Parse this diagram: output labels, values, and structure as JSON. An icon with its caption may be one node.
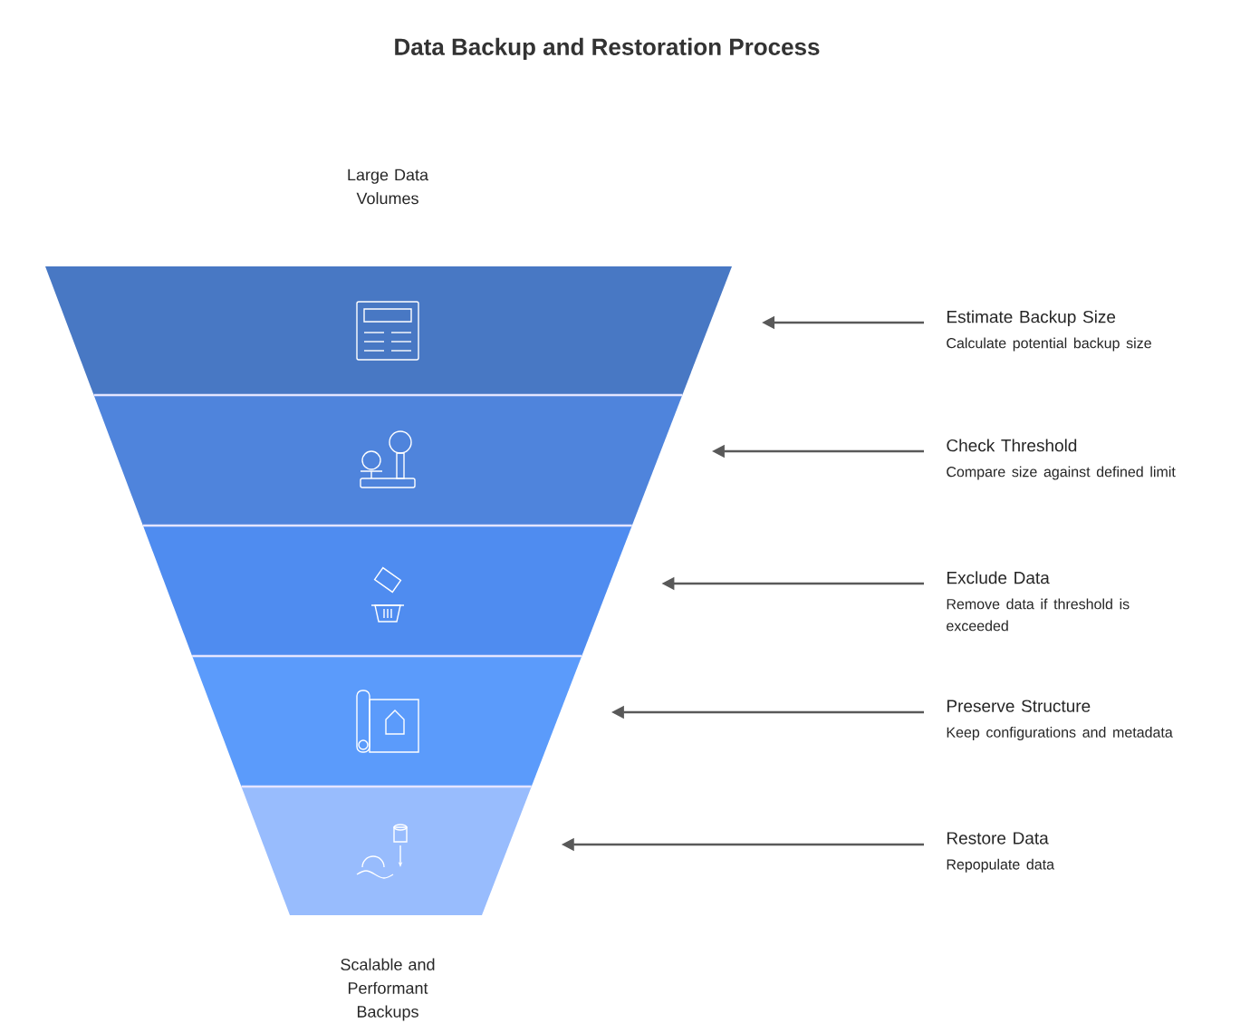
{
  "diagram": {
    "title": "Data Backup and Restoration Process",
    "nodes": [
      {
        "text": [],
        "shape": "band"
      },
      {
        "text": [],
        "shape": "band"
      },
      {
        "text": [],
        "shape": "band"
      },
      {
        "text": [],
        "shape": "band"
      },
      {
        "text": [],
        "shape": "band"
      },
      {
        "text": [
          "Estimate Backup Size",
          "Calculate potential backup size"
        ]
      },
      {
        "text": [
          "Check Threshold",
          "Compare size against defined limit"
        ]
      },
      {
        "text": [
          "Exclude Data",
          "Remove data if threshold is exceeded"
        ]
      },
      {
        "text": [
          "Preserve Structure",
          "Keep configurations and metadata"
        ]
      },
      {
        "text": [
          "Restore Data",
          "Repopulate data"
        ]
      }
    ],
    "edges": [
      {
        "from": 5,
        "to": 0,
        "arrow": "to"
      },
      {
        "from": 6,
        "to": 1,
        "arrow": "to"
      },
      {
        "from": 7,
        "to": 2,
        "arrow": "to"
      },
      {
        "from": 8,
        "to": 3,
        "arrow": "to"
      },
      {
        "from": 9,
        "to": 4,
        "arrow": "to"
      }
    ],
    "labels": [
      "Large Data Volumes",
      "Scalable and Performant Backups"
    ]
  }
}
